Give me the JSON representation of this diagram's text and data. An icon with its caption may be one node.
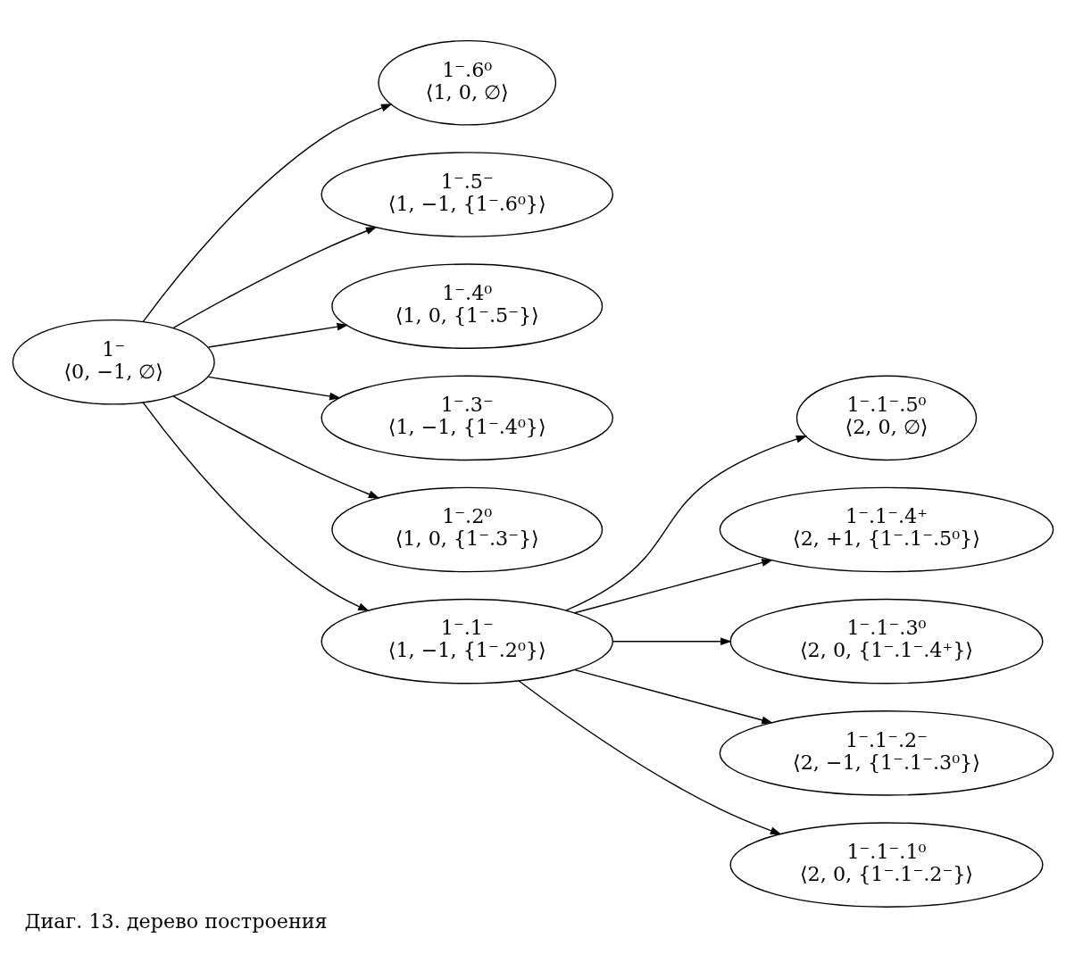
{
  "diagram": {
    "caption": "Диаг. 13. дерево построения",
    "nodes": [
      {
        "text": [
          "1⁻",
          "⟨0, −1, ∅⟩"
        ]
      },
      {
        "text": [
          "1⁻.6⁰",
          "⟨1, 0, ∅⟩"
        ]
      },
      {
        "text": [
          "1⁻.1⁻.5⁰",
          "⟨2, 0, ∅⟩"
        ]
      },
      {
        "text": [
          "1⁻.5⁻",
          "⟨1, −1, {1⁻.6⁰}⟩"
        ]
      },
      {
        "text": [
          "1⁻.1⁻.4⁺",
          "⟨2, +1, {1⁻.1⁻.5⁰}⟩"
        ]
      },
      {
        "text": [
          "1⁻.4⁰",
          "⟨1, 0, {1⁻.5⁻}⟩"
        ]
      },
      {
        "text": [
          "1⁻.1⁻.3⁰",
          "⟨2, 0, {1⁻.1⁻.4⁺}⟩"
        ]
      },
      {
        "text": [
          "1⁻.3⁻",
          "⟨1, −1, {1⁻.4⁰}⟩"
        ]
      },
      {
        "text": [
          "1⁻.1⁻.2⁻",
          "⟨2, −1, {1⁻.1⁻.3⁰}⟩"
        ]
      },
      {
        "text": [
          "1⁻.2⁰",
          "⟨1, 0, {1⁻.3⁻}⟩"
        ]
      },
      {
        "text": [
          "1⁻.1⁻.1⁰",
          "⟨2, 0, {1⁻.1⁻.2⁻}⟩"
        ]
      },
      {
        "text": [
          "1⁻.1⁻",
          "⟨1, −1, {1⁻.2⁰}⟩"
        ]
      }
    ],
    "edges": [
      {
        "from": 0,
        "to": 1,
        "arrow": "to"
      },
      {
        "from": 0,
        "to": 3,
        "arrow": "to"
      },
      {
        "from": 0,
        "to": 5,
        "arrow": "to"
      },
      {
        "from": 0,
        "to": 7,
        "arrow": "to"
      },
      {
        "from": 0,
        "to": 9,
        "arrow": "to"
      },
      {
        "from": 0,
        "to": 11,
        "arrow": "to"
      },
      {
        "from": 11,
        "to": 2,
        "arrow": "to"
      },
      {
        "from": 11,
        "to": 4,
        "arrow": "to"
      },
      {
        "from": 11,
        "to": 6,
        "arrow": "to"
      },
      {
        "from": 11,
        "to": 8,
        "arrow": "to"
      },
      {
        "from": 11,
        "to": 10,
        "arrow": "to"
      }
    ]
  }
}
